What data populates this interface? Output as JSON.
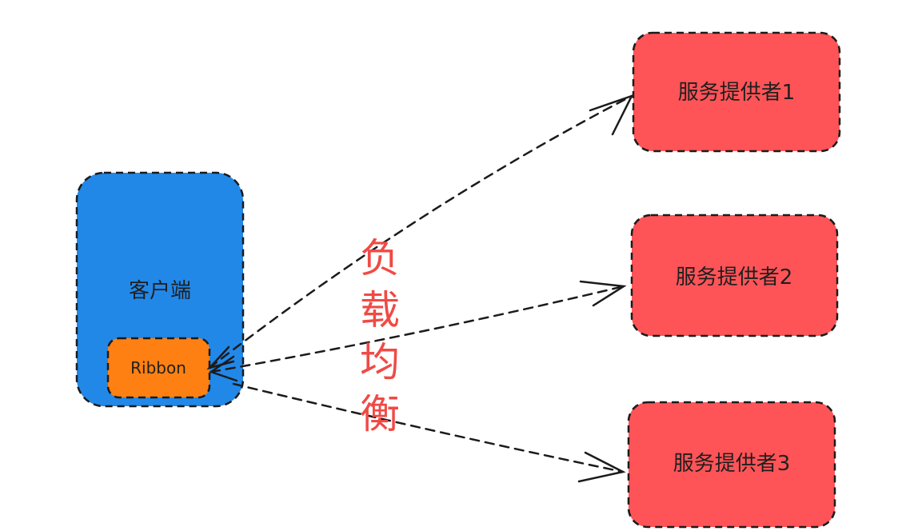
{
  "client": {
    "label": "客户端",
    "color": "#2288e8",
    "ribbon": {
      "label": "Ribbon",
      "color": "#ff8012"
    }
  },
  "providers": [
    {
      "label": "服务提供者1"
    },
    {
      "label": "服务提供者2"
    },
    {
      "label": "服务提供者3"
    }
  ],
  "provider_color": "#ff5457",
  "center_label": {
    "chars": [
      "负",
      "载",
      "均",
      "衡"
    ],
    "color": "#f04a45"
  },
  "edges": [
    {
      "from": "ribbon",
      "to": "provider-1",
      "style": "dashed",
      "arrow": "both"
    },
    {
      "from": "ribbon",
      "to": "provider-2",
      "style": "dashed",
      "arrow": "both"
    },
    {
      "from": "ribbon",
      "to": "provider-3",
      "style": "dashed",
      "arrow": "end"
    }
  ]
}
